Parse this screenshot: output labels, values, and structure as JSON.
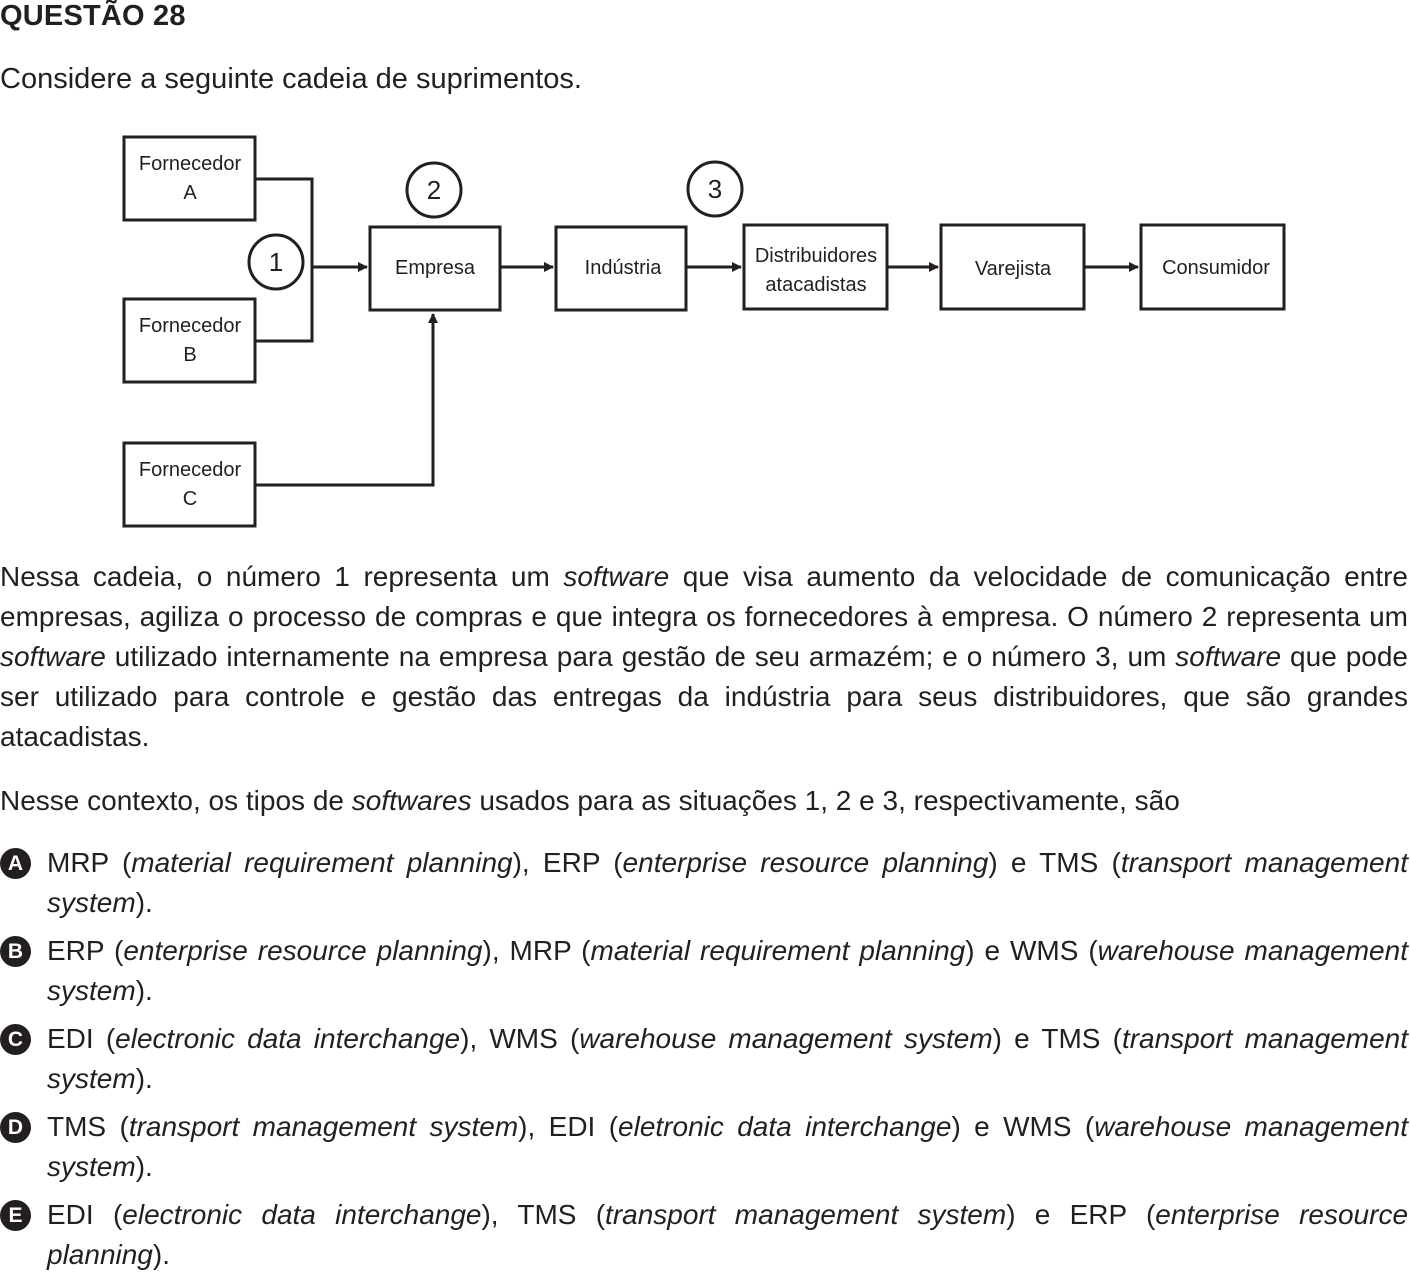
{
  "question": {
    "title": "QUESTÃO 28",
    "intro": "Considere a seguinte cadeia de suprimentos."
  },
  "diagram": {
    "nodes": {
      "fornecedor_a": [
        "Fornecedor",
        "A"
      ],
      "fornecedor_b": [
        "Fornecedor",
        "B"
      ],
      "fornecedor_c": [
        "Fornecedor",
        "C"
      ],
      "empresa": "Empresa",
      "industria": "Indústria",
      "distribuidores": [
        "Distribuidores",
        "atacadistas"
      ],
      "varejista": "Varejista",
      "consumidor": "Consumidor"
    },
    "markers": [
      "1",
      "2",
      "3"
    ]
  },
  "paragraph1": {
    "s1": "Nessa cadeia, o número 1 representa um ",
    "i1": "software",
    "s2": " que visa aumento da velocidade de comunicação entre empresas, agiliza o processo de compras e que integra os fornecedores à empresa. O número 2 representa um ",
    "i2": "software",
    "s3": " utilizado internamente na empresa para gestão de seu armazém; e o número 3, um ",
    "i3": "software",
    "s4": " que pode ser utilizado para controle e gestão das entregas da indústria para seus distribuidores, que são grandes atacadistas."
  },
  "paragraph2": {
    "s1": "Nesse contexto, os tipos de ",
    "i1": "softwares",
    "s2": " usados para as situações 1, 2 e 3, respectivamente, são"
  },
  "options": [
    {
      "letter": "A",
      "t1": "MRP (",
      "i1": "material requirement planning",
      "t2": "), ERP (",
      "i2": "enterprise resource planning",
      "t3": ") e TMS (",
      "i3": "transport management system",
      "t4": ")."
    },
    {
      "letter": "B",
      "t1": "ERP (",
      "i1": "enterprise resource planning",
      "t2": "), MRP (",
      "i2": "material requirement planning",
      "t3": ") e WMS (",
      "i3": "warehouse management system",
      "t4": ")."
    },
    {
      "letter": "C",
      "t1": "EDI (",
      "i1": "electronic data interchange",
      "t2": "), WMS (",
      "i2": "warehouse management system",
      "t3": ") e TMS (",
      "i3": "transport management system",
      "t4": ")."
    },
    {
      "letter": "D",
      "t1": "TMS (",
      "i1": "transport management system",
      "t2": "), EDI (",
      "i2": "eletronic data interchange",
      "t3": ") e WMS (",
      "i3": "warehouse management system",
      "t4": ")."
    },
    {
      "letter": "E",
      "t1": "EDI (",
      "i1": "electronic data interchange",
      "t2": "), TMS (",
      "i2": "transport management system",
      "t3": ") e ERP (",
      "i3": "enterprise resource planning",
      "t4": ")."
    }
  ]
}
